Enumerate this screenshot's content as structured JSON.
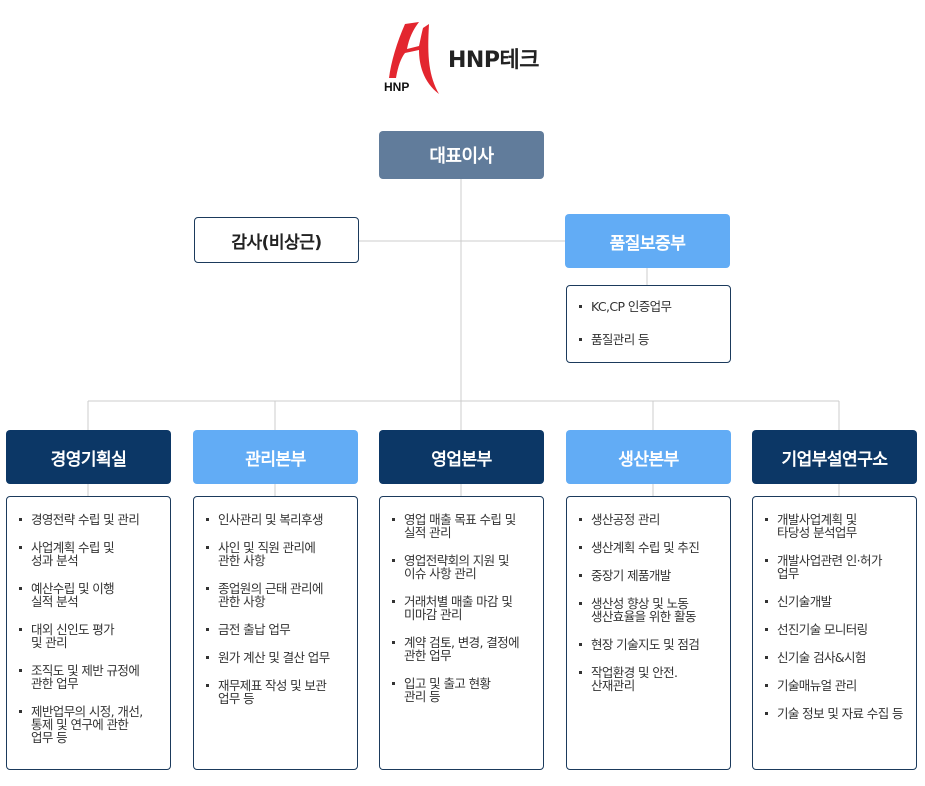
{
  "logo": {
    "mark_text": "HNP",
    "company_name": "HNP테크",
    "brand_color": "#e3262f"
  },
  "ceo": {
    "label": "대표이사"
  },
  "audit": {
    "label": "감사(비상근)"
  },
  "quality": {
    "label": "품질보증부",
    "duties": [
      "KC,CP 인증업무",
      "품질관리 등"
    ]
  },
  "departments": [
    {
      "label": "경영기획실",
      "tone": "dark",
      "duties": [
        "경영전략 수립 및 관리",
        "사업계획 수립 및\n성과 분석",
        "예산수립 및 이행\n실적 분석",
        "대외 신인도 평가\n및 관리",
        "조직도 및 제반 규정에\n관한 업무",
        "제반업무의 시정, 개선,\n통제 및 연구에 관한\n업무 등"
      ]
    },
    {
      "label": "관리본부",
      "tone": "light",
      "duties": [
        "인사관리 및 복리후생",
        "사인 및 직원 관리에\n관한 사항",
        "종업원의 근태 관리에\n관한 사항",
        "금전 출납 업무",
        "원가 계산 및 결산 업무",
        "재무제표 작성 및 보관\n업무 등"
      ]
    },
    {
      "label": "영업본부",
      "tone": "dark",
      "duties": [
        "영업 매출 목표 수립 및\n실적 관리",
        "영업전략회의 지원 및\n이슈 사항 관리",
        "거래처별 매출 마감 및\n미마감 관리",
        "계약 검토, 변경, 결정에\n관한 업무",
        "입고 및 출고 현황\n관리 등"
      ]
    },
    {
      "label": "생산본부",
      "tone": "light",
      "duties": [
        "생산공정 관리",
        "생산계획 수립 및 추진",
        "중장기 제품개발",
        "생산성 향상 및 노동\n생산효율을 위한 활동",
        "현장 기술지도 및 점검",
        "작업환경 및 안전.\n산재관리"
      ]
    },
    {
      "label": "기업부설연구소",
      "tone": "dark",
      "duties": [
        "개발사업계획 및\n타당성 분석업무",
        "개발사업관련 인·허가\n업무",
        "신기술개발",
        "선진기술 모니터링",
        "신기술 검사&시험",
        "기술매뉴얼 관리",
        "기술 정보 및 자료 수집 등"
      ]
    }
  ],
  "colors": {
    "ceo": "#617c9b",
    "dark": "#0c3766",
    "light": "#62acf5",
    "line": "#cccccc",
    "border": "#1b3a5c"
  }
}
